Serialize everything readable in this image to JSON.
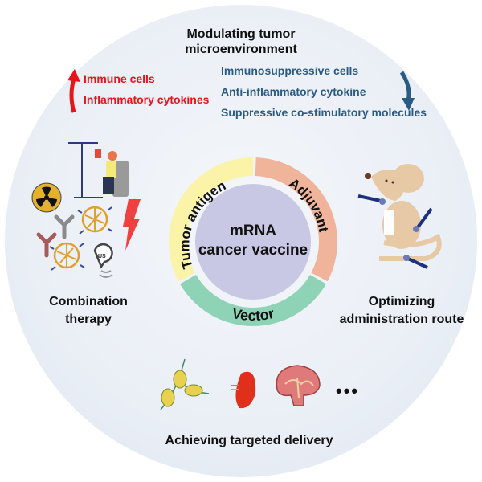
{
  "center": {
    "title_line1": "mRNA",
    "title_line2": "cancer vaccine",
    "segments": [
      {
        "label": "Tumor antigen",
        "color": "#fbf3a8"
      },
      {
        "label": "Adjuvant",
        "color": "#efb49a"
      },
      {
        "label": "Vector",
        "color": "#8fd3b6"
      }
    ],
    "core_color": "#c9c8e4"
  },
  "top": {
    "title_line1": "Modulating  tumor",
    "title_line2": "microenvironment",
    "increase_items": [
      "Immune cells",
      "Inflammatory cytokines"
    ],
    "decrease_items": [
      "Immunosuppressive cells",
      "Anti-inflammatory cytokine",
      "Suppressive co-stimulatory molecules"
    ],
    "increase_color": "#e8141b",
    "decrease_color": "#2a5a86"
  },
  "left": {
    "label_line1": "Combination",
    "label_line2": "therapy"
  },
  "right": {
    "label_line1": "Optimizing",
    "label_line2": "administration route"
  },
  "bottom": {
    "label": "Achieving targeted delivery",
    "ellipsis": "•••"
  }
}
